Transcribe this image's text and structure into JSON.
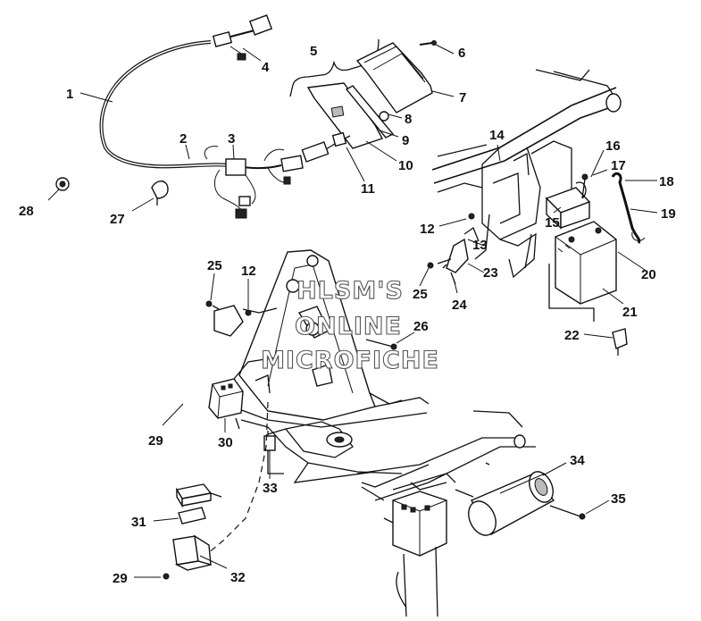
{
  "watermark": {
    "line1": "HLSM'S",
    "line2": "ONLINE",
    "line3": "MICROFICHE"
  },
  "callouts": [
    {
      "id": "1",
      "label": "1"
    },
    {
      "id": "2",
      "label": "2"
    },
    {
      "id": "3",
      "label": "3"
    },
    {
      "id": "4",
      "label": "4"
    },
    {
      "id": "5",
      "label": "5"
    },
    {
      "id": "6",
      "label": "6"
    },
    {
      "id": "7",
      "label": "7"
    },
    {
      "id": "8",
      "label": "8"
    },
    {
      "id": "9",
      "label": "9"
    },
    {
      "id": "10",
      "label": "10"
    },
    {
      "id": "11",
      "label": "11"
    },
    {
      "id": "12a",
      "label": "12"
    },
    {
      "id": "12b",
      "label": "12"
    },
    {
      "id": "13",
      "label": "13"
    },
    {
      "id": "14",
      "label": "14"
    },
    {
      "id": "15",
      "label": "15"
    },
    {
      "id": "16",
      "label": "16"
    },
    {
      "id": "17",
      "label": "17"
    },
    {
      "id": "18",
      "label": "18"
    },
    {
      "id": "19",
      "label": "19"
    },
    {
      "id": "20",
      "label": "20"
    },
    {
      "id": "21",
      "label": "21"
    },
    {
      "id": "22",
      "label": "22"
    },
    {
      "id": "23",
      "label": "23"
    },
    {
      "id": "24",
      "label": "24"
    },
    {
      "id": "25a",
      "label": "25"
    },
    {
      "id": "25b",
      "label": "25"
    },
    {
      "id": "26",
      "label": "26"
    },
    {
      "id": "27",
      "label": "27"
    },
    {
      "id": "28",
      "label": "28"
    },
    {
      "id": "29a",
      "label": "29"
    },
    {
      "id": "29b",
      "label": "29"
    },
    {
      "id": "30",
      "label": "30"
    },
    {
      "id": "31",
      "label": "31"
    },
    {
      "id": "32",
      "label": "32"
    },
    {
      "id": "33",
      "label": "33"
    },
    {
      "id": "34",
      "label": "34"
    },
    {
      "id": "35",
      "label": "35"
    }
  ]
}
